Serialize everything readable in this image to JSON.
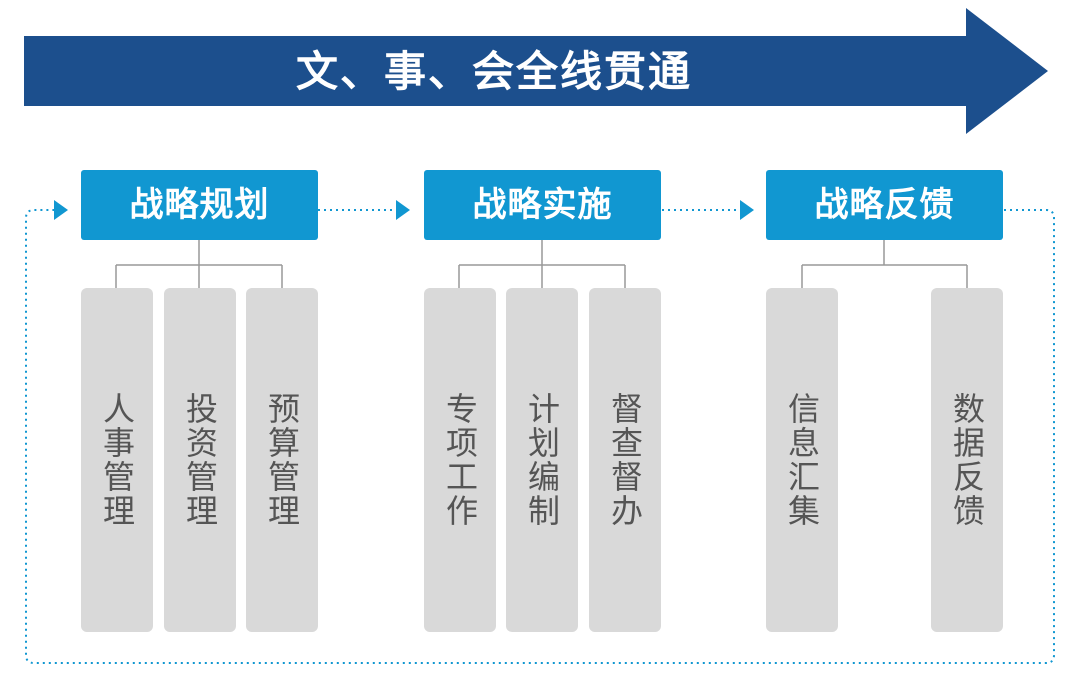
{
  "banner": {
    "title": "文、事、会全线贯通",
    "color": "#1c4f8d"
  },
  "stages": [
    {
      "label": "战略规划",
      "items": [
        "人事管理",
        "投资管理",
        "预算管理"
      ]
    },
    {
      "label": "战略实施",
      "items": [
        "专项工作",
        "计划编制",
        "督查督办"
      ]
    },
    {
      "label": "战略反馈",
      "items": [
        "信息汇集",
        "数据反馈"
      ]
    }
  ],
  "colors": {
    "stage_fill": "#1197d1",
    "item_fill": "#d9d9d9",
    "item_text": "#555555",
    "tree_line": "#999999",
    "flow_line": "#1197d1"
  },
  "icons": [
    "flow-arrowhead-icon"
  ]
}
